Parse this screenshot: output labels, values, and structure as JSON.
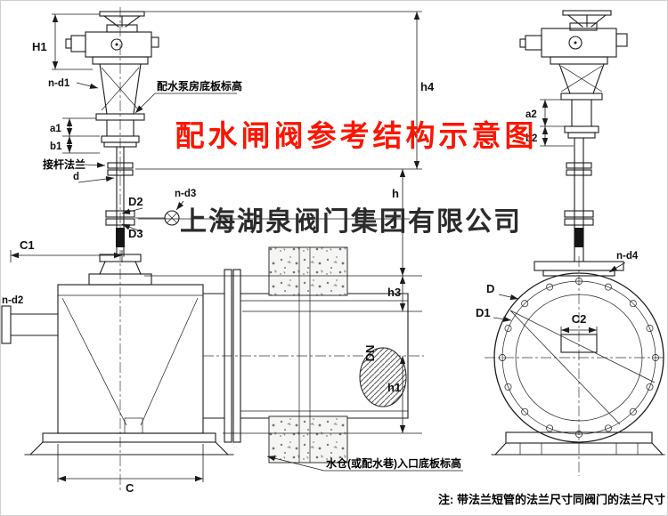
{
  "title": "配水闸阀参考结构示意图",
  "watermark": "上海湖泉阀门集团有限公司",
  "note": "注: 带法兰短管的法兰尺寸同阀门的法兰尺寸",
  "colors": {
    "title_red": "#fb1500",
    "line": "#1c1c1c",
    "watermark_gray": "#2b2b2b"
  },
  "annotations": {
    "pump_floor": "配水泵房底板标高",
    "rod_flange": "接杆法兰",
    "inlet_floor": "水仓(或配水巷)入口底板标高"
  },
  "dims": {
    "H1": "H1",
    "n_d1": "n-d1",
    "a1": "a1",
    "b1": "b1",
    "d": "d",
    "D2": "D2",
    "D3": "D3",
    "n_d3": "n-d3",
    "C1": "C1",
    "n_d2": "n-d2",
    "C": "C",
    "h4": "h4",
    "h": "h",
    "h3": "h3",
    "h1": "h1",
    "DN": "DN",
    "a2": "a2",
    "b2": "b2",
    "n_d4": "n-d4",
    "D": "D",
    "D1": "D1",
    "C2": "C2"
  }
}
